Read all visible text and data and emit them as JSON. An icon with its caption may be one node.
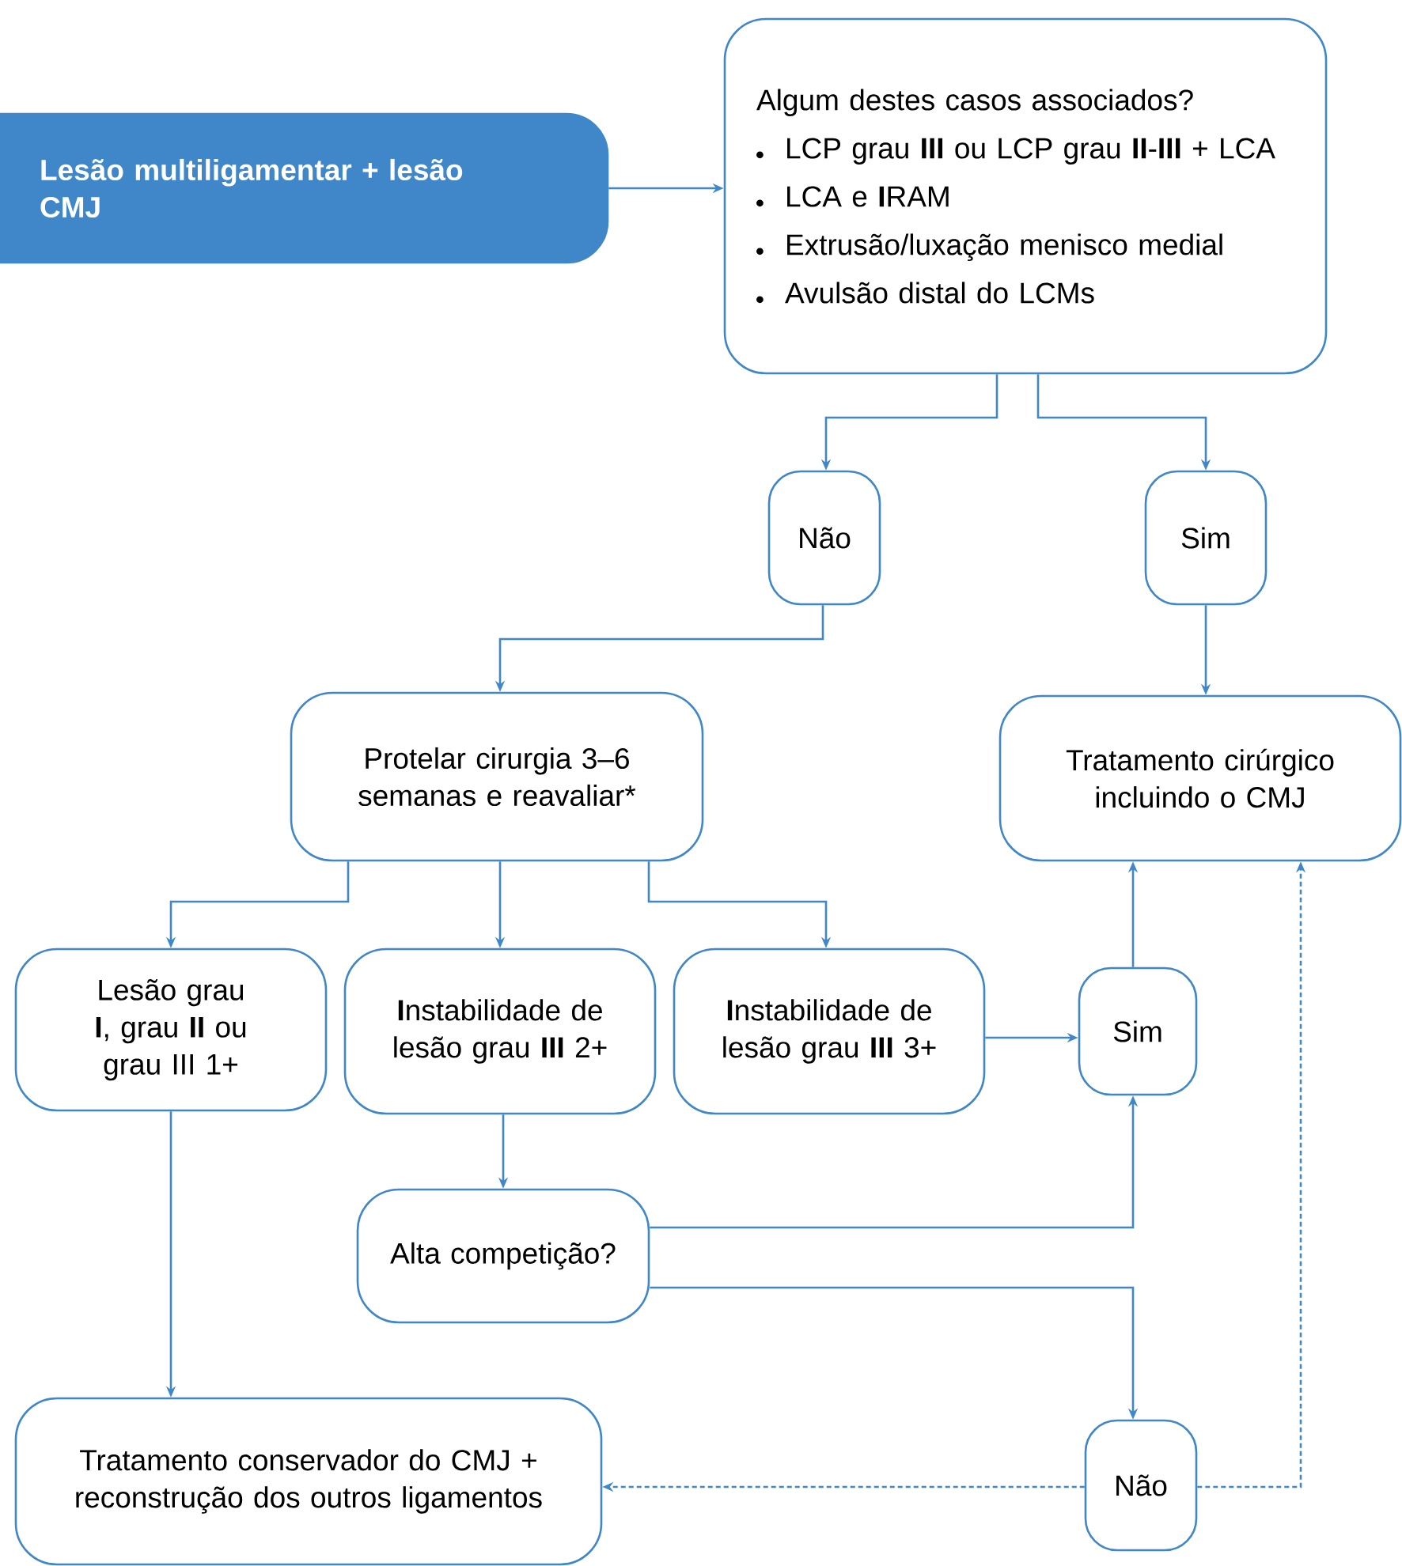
{
  "diagram": {
    "nodes": [
      {
        "text": [
          "Lesão multiligamentar + lesão CMJ"
        ]
      },
      {
        "text": [
          "Algum destes casos associados?",
          "LCP grau **III** ou LCP grau **II**-**III** + LCA",
          "LCA e **I**RAM",
          "Extrusão/luxação menisco medial",
          "Avulsão distal do LCMs"
        ]
      },
      {
        "text": [
          "Não"
        ]
      },
      {
        "text": [
          "Sim"
        ]
      },
      {
        "text": [
          "Protelar cirurgia 3–6 semanas e reavaliar*"
        ]
      },
      {
        "text": [
          "Tratamento cirúrgico incluindo o CMJ"
        ]
      },
      {
        "text": [
          "Lesão grau **I**, grau **II** ou grau III 1+"
        ]
      },
      {
        "text": [
          "**I**nstabilidade de lesão grau **III** 2+"
        ]
      },
      {
        "text": [
          "**I**nstabilidade de lesão grau **III** 3+"
        ]
      },
      {
        "text": [
          "Sim"
        ]
      },
      {
        "text": [
          "Alta competição?"
        ]
      },
      {
        "text": [
          "Tratamento conservador do CMJ + reconstrução dos outros ligamentos"
        ]
      },
      {
        "text": [
          "Não"
        ]
      }
    ],
    "edges": [
      {
        "from": 0,
        "to": 1,
        "arrow": "to"
      },
      {
        "from": 1,
        "to": 2,
        "arrow": "to"
      },
      {
        "from": 1,
        "to": 3,
        "arrow": "to"
      },
      {
        "from": 2,
        "to": 4,
        "arrow": "to"
      },
      {
        "from": 3,
        "to": 5,
        "arrow": "to"
      },
      {
        "from": 4,
        "to": 6,
        "arrow": "to"
      },
      {
        "from": 4,
        "to": 7,
        "arrow": "to"
      },
      {
        "from": 4,
        "to": 8,
        "arrow": "to"
      },
      {
        "from": 8,
        "to": 9,
        "arrow": "to"
      },
      {
        "from": 9,
        "to": 5,
        "arrow": "to"
      },
      {
        "from": 7,
        "to": 10,
        "arrow": "to"
      },
      {
        "from": 10,
        "to": 9,
        "arrow": "to"
      },
      {
        "from": 10,
        "to": 12,
        "arrow": "to"
      },
      {
        "from": 6,
        "to": 11,
        "arrow": "to"
      },
      {
        "from": 12,
        "to": 11,
        "arrow": "to",
        "style": "dashed"
      },
      {
        "from": 12,
        "to": 5,
        "arrow": "to",
        "style": "dashed"
      }
    ]
  }
}
